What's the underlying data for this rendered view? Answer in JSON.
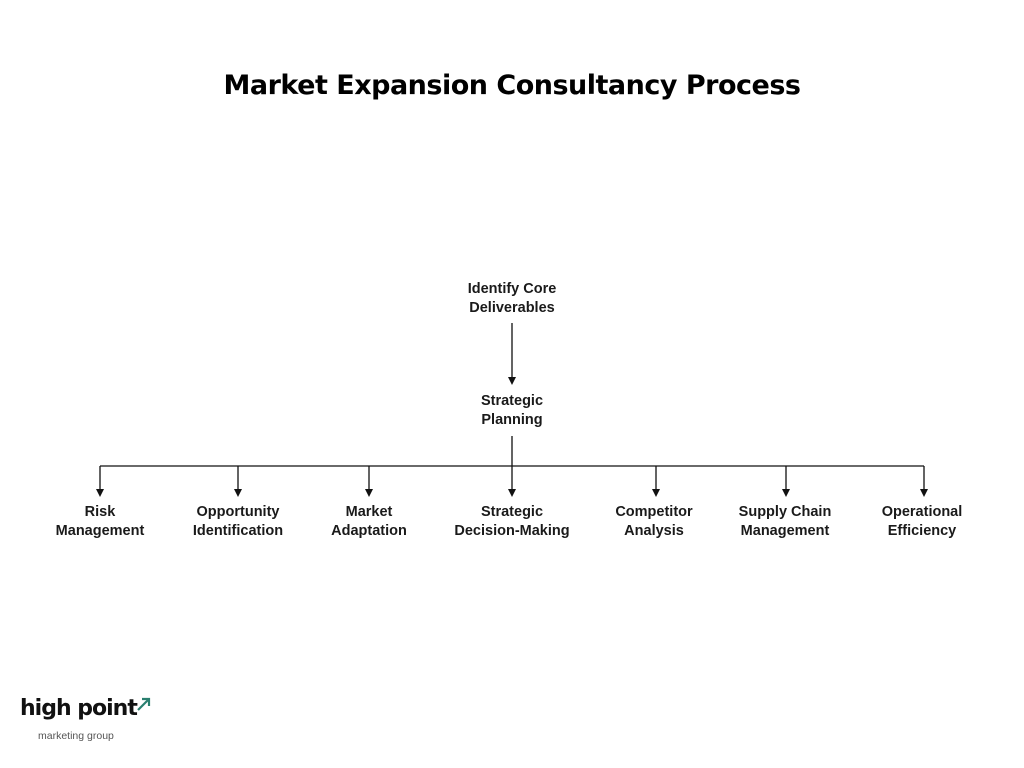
{
  "title": "Market Expansion Consultancy Process",
  "diagram": {
    "root": {
      "line1": "Identify Core",
      "line2": "Deliverables"
    },
    "middle": {
      "line1": "Strategic",
      "line2": "Planning"
    },
    "children": [
      {
        "line1": "Risk",
        "line2": "Management"
      },
      {
        "line1": "Opportunity",
        "line2": "Identification"
      },
      {
        "line1": "Market",
        "line2": "Adaptation"
      },
      {
        "line1": "Strategic",
        "line2": "Decision-Making"
      },
      {
        "line1": "Competitor",
        "line2": "Analysis"
      },
      {
        "line1": "Supply Chain",
        "line2": "Management"
      },
      {
        "line1": "Operational",
        "line2": "Efficiency"
      }
    ]
  },
  "logo": {
    "name": "high point",
    "tagline": "marketing group",
    "accent_color": "#2a7f6f"
  }
}
